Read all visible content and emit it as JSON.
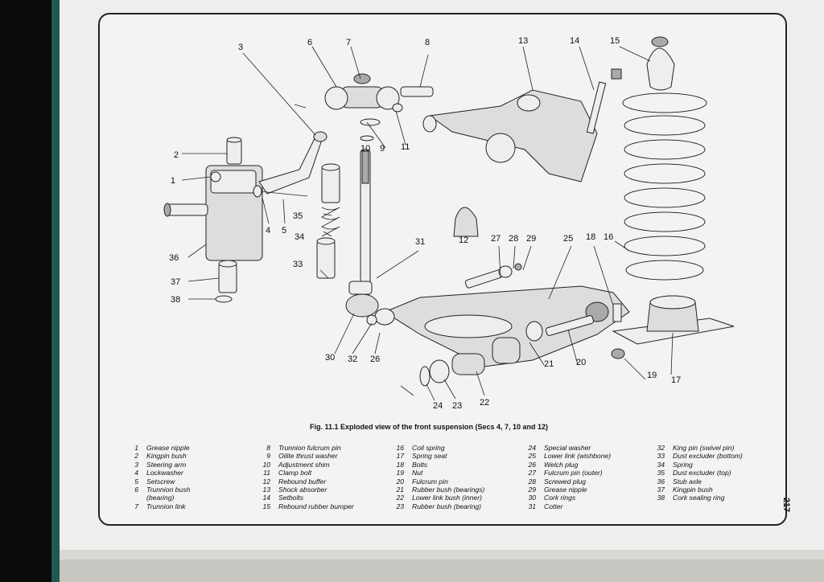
{
  "figure": {
    "caption": "Fig. 11.1 Exploded view of the front suspension (Secs 4, 7, 10 and 12)",
    "page_number": "217"
  },
  "callouts": [
    "1",
    "2",
    "3",
    "4",
    "5",
    "6",
    "7",
    "8",
    "9",
    "10",
    "11",
    "12",
    "13",
    "14",
    "15",
    "16",
    "17",
    "18",
    "19",
    "20",
    "21",
    "22",
    "23",
    "24",
    "25",
    "26",
    "27",
    "28",
    "29",
    "30",
    "31",
    "32",
    "33",
    "34",
    "35",
    "36",
    "37",
    "38"
  ],
  "legend": {
    "columns": [
      [
        {
          "num": "1",
          "label": "Grease nipple"
        },
        {
          "num": "2",
          "label": "Kingpin bush"
        },
        {
          "num": "3",
          "label": "Steering arm"
        },
        {
          "num": "4",
          "label": "Lockwasher"
        },
        {
          "num": "5",
          "label": "Setscrew"
        },
        {
          "num": "6",
          "label": "Trunnion bush"
        },
        {
          "num": "",
          "label": "(bearing)"
        },
        {
          "num": "7",
          "label": "Trunnion link"
        }
      ],
      [
        {
          "num": "8",
          "label": "Trunnion fulcrum pin"
        },
        {
          "num": "9",
          "label": "Oilite thrust washer"
        },
        {
          "num": "10",
          "label": "Adjustment shim"
        },
        {
          "num": "11",
          "label": "Clamp bolt"
        },
        {
          "num": "12",
          "label": "Rebound buffer"
        },
        {
          "num": "13",
          "label": "Shock absorber"
        },
        {
          "num": "14",
          "label": "Setbolts"
        },
        {
          "num": "15",
          "label": "Rebound rubber bumper"
        }
      ],
      [
        {
          "num": "16",
          "label": "Coil spring"
        },
        {
          "num": "17",
          "label": "Spring seat"
        },
        {
          "num": "18",
          "label": "Bolts"
        },
        {
          "num": "19",
          "label": "Nut"
        },
        {
          "num": "20",
          "label": "Fulcrum pin"
        },
        {
          "num": "21",
          "label": "Rubber bush (bearings)"
        },
        {
          "num": "22",
          "label": "Lower link bush (inner)"
        },
        {
          "num": "23",
          "label": "Rubber bush (bearing)"
        }
      ],
      [
        {
          "num": "24",
          "label": "Special washer"
        },
        {
          "num": "25",
          "label": "Lower link (wishbone)"
        },
        {
          "num": "26",
          "label": "Welch plug"
        },
        {
          "num": "27",
          "label": "Fulcrum pin (outer)"
        },
        {
          "num": "28",
          "label": "Screwed plug"
        },
        {
          "num": "29",
          "label": "Grease nipple"
        },
        {
          "num": "30",
          "label": "Cork rings"
        },
        {
          "num": "31",
          "label": "Cotter"
        }
      ],
      [
        {
          "num": "32",
          "label": "King pin (swivel pin)"
        },
        {
          "num": "33",
          "label": "Dust excluder (bottom)"
        },
        {
          "num": "34",
          "label": "Spring"
        },
        {
          "num": "35",
          "label": "Dust excluder (top)"
        },
        {
          "num": "36",
          "label": "Stub axle"
        },
        {
          "num": "37",
          "label": "Kingpin bush"
        },
        {
          "num": "38",
          "label": "Cork sealing ring"
        }
      ]
    ]
  }
}
